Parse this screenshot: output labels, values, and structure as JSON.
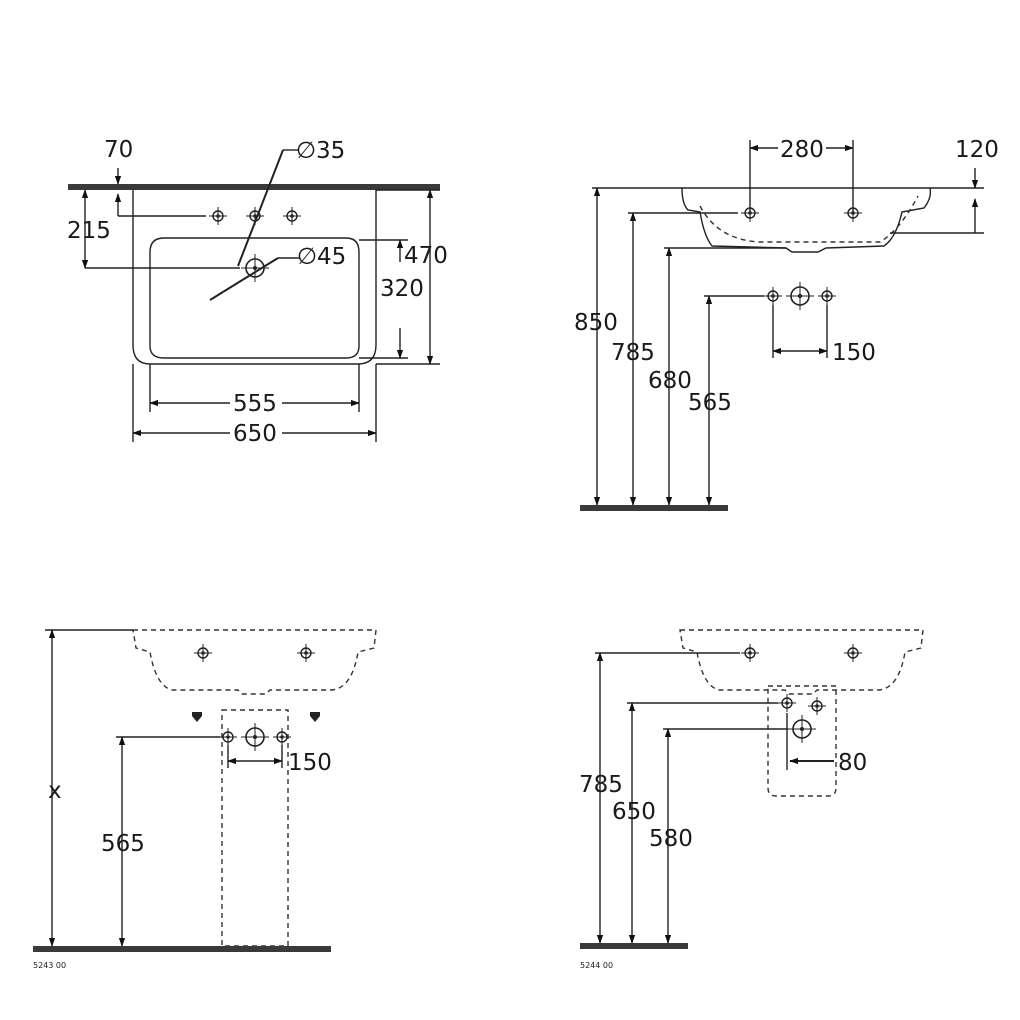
{
  "top_view": {
    "dim_70": "70",
    "dim_215": "215",
    "dim_d35": "∅35",
    "dim_d45": "∅45",
    "dim_470": "470",
    "dim_320": "320",
    "dim_555": "555",
    "dim_650": "650"
  },
  "side_view": {
    "dim_280": "280",
    "dim_120": "120",
    "dim_850": "850",
    "dim_785": "785",
    "dim_680": "680",
    "dim_565": "565",
    "dim_150": "150"
  },
  "front_pedestal": {
    "dim_x": "x",
    "dim_565": "565",
    "dim_150": "150",
    "code": "5243 00"
  },
  "front_siphon": {
    "dim_785": "785",
    "dim_650": "650",
    "dim_580": "580",
    "dim_80": "80",
    "code": "5244 00"
  }
}
